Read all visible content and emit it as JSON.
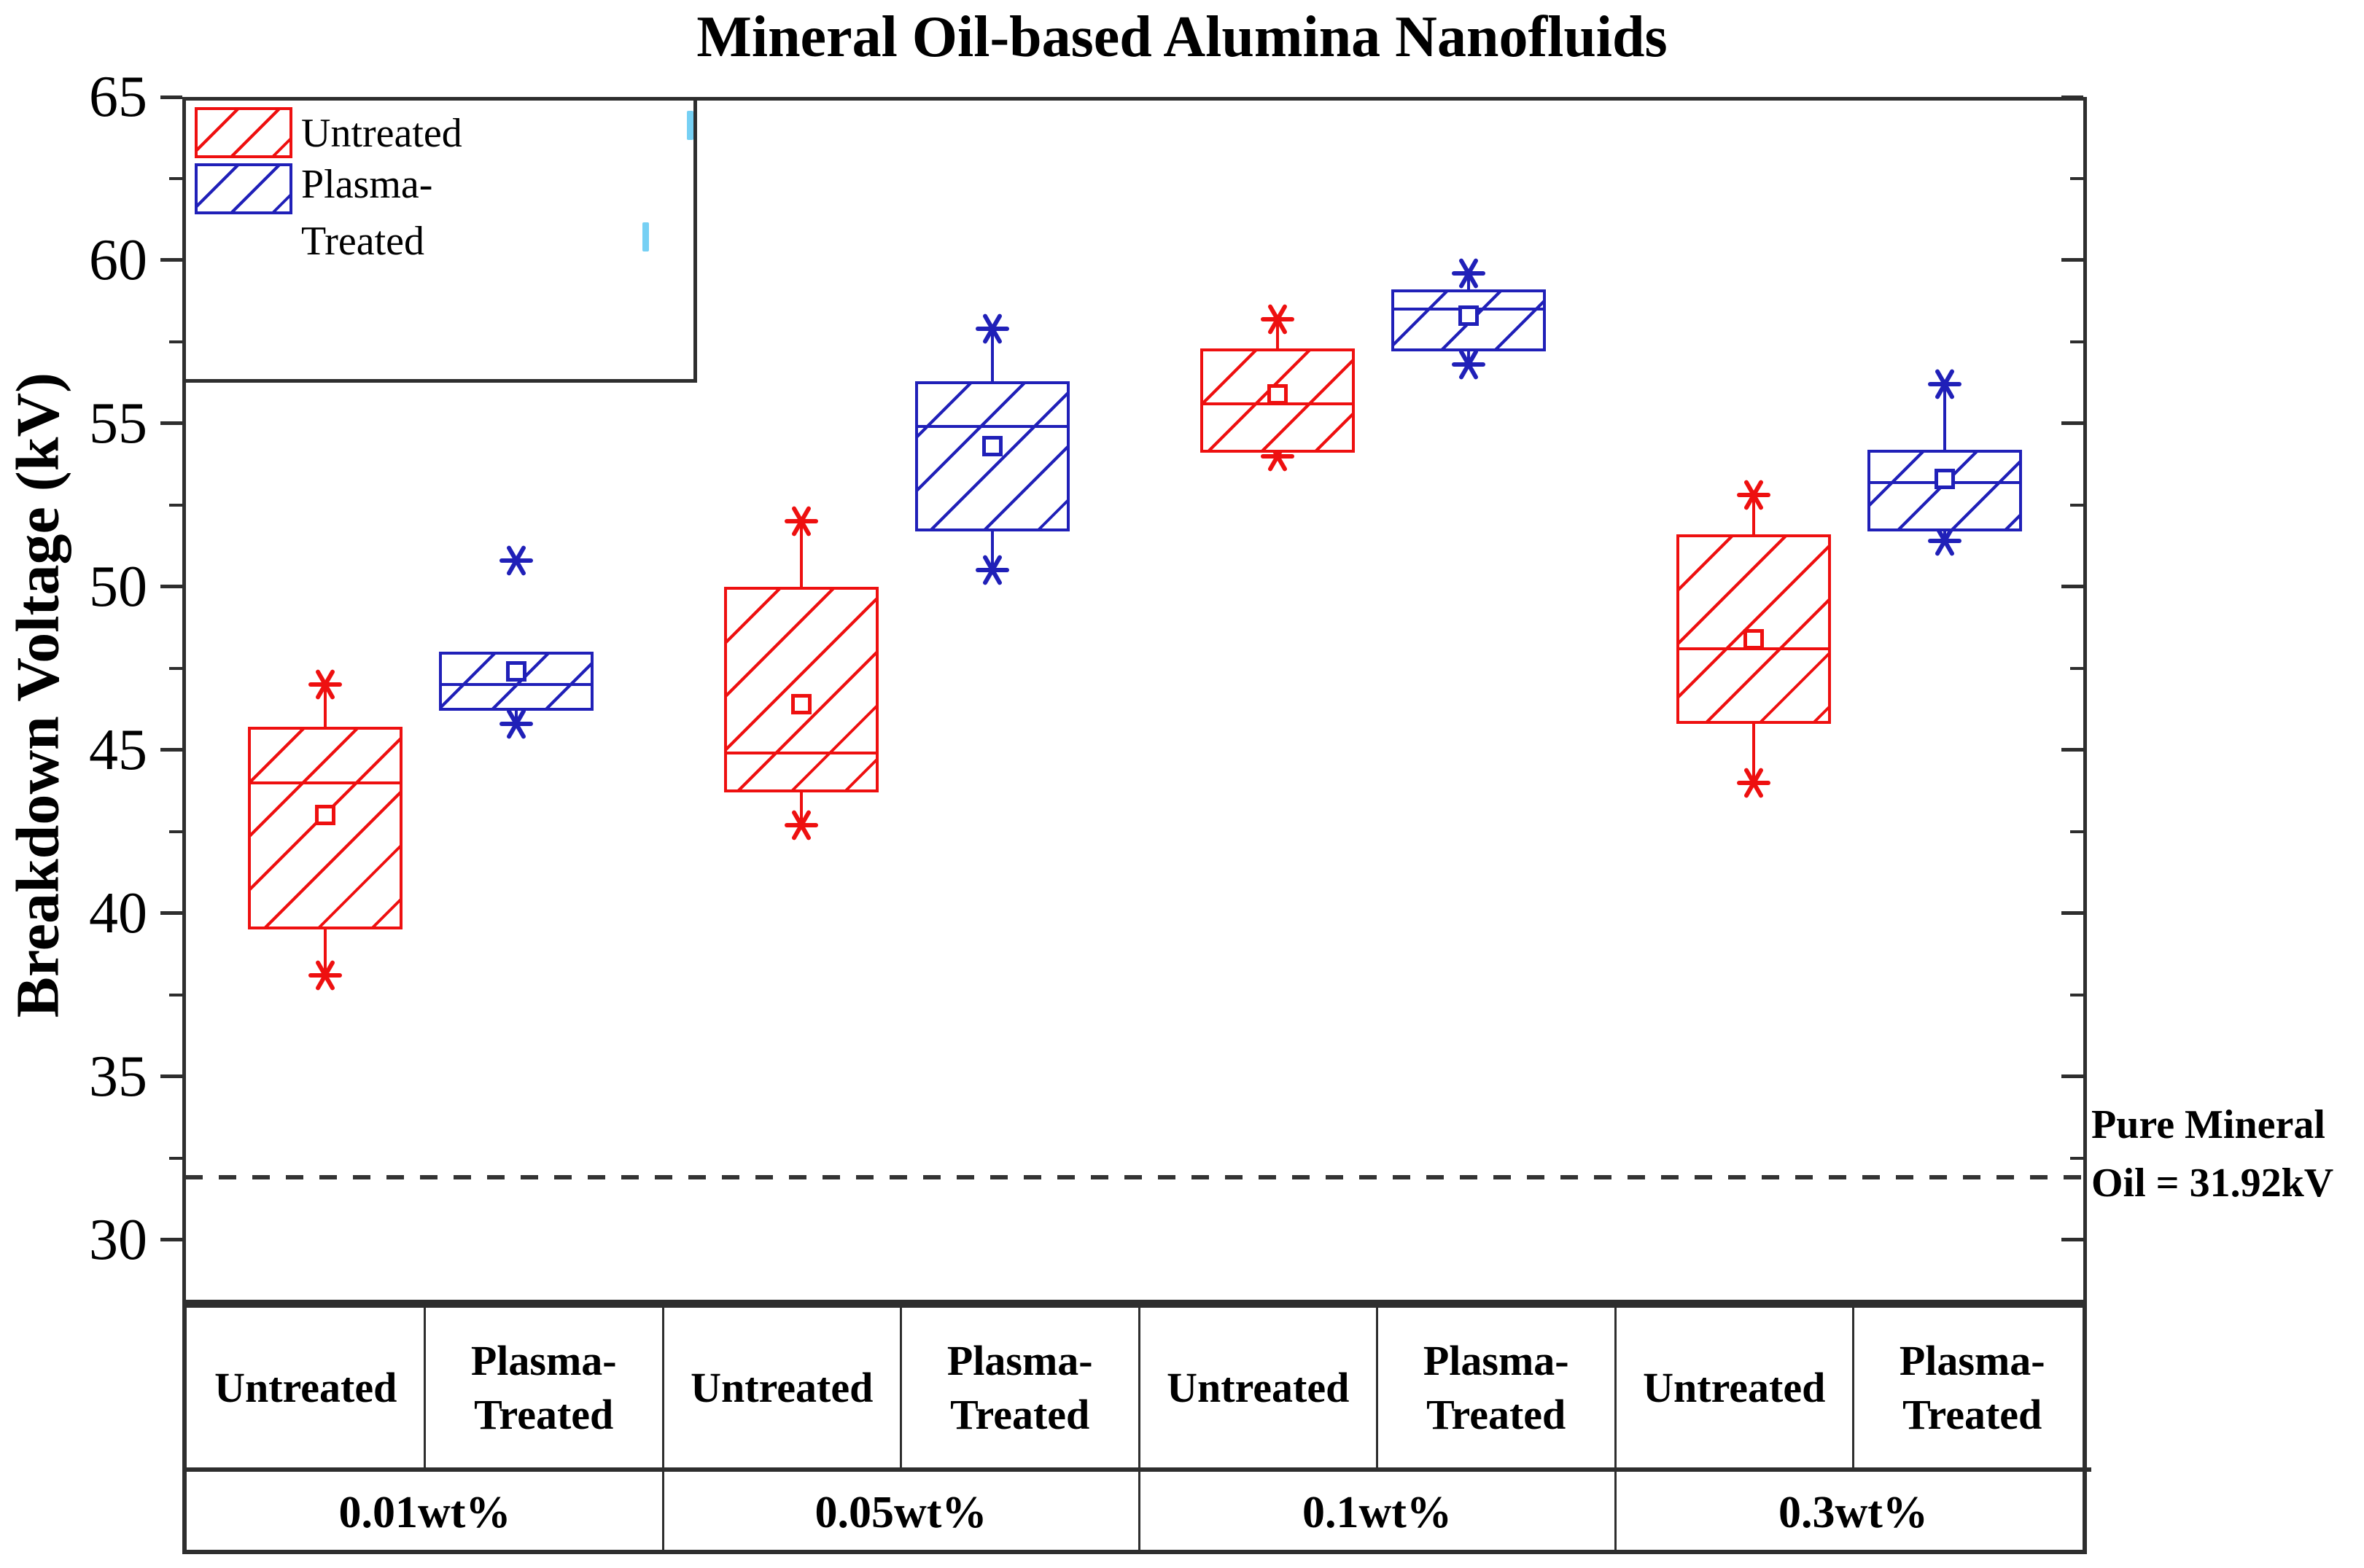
{
  "chart_data": {
    "type": "box",
    "title": "Mineral Oil-based Alumina Nanofluids",
    "ylabel": "Breakdown Voltage (kV)",
    "ylim": [
      28.05,
      65
    ],
    "y_major_ticks": [
      65,
      60,
      55,
      50,
      45,
      40,
      35,
      30
    ],
    "y_minor_ticks": [
      62.5,
      57.5,
      52.5,
      47.5,
      42.5,
      37.5,
      32.5
    ],
    "grid": "off",
    "legend_position": "top-left-inside",
    "categories": [
      "0.01wt%",
      "0.05wt%",
      "0.1wt%",
      "0.3wt%"
    ],
    "series": [
      {
        "name": "Untreated",
        "color": "#ee1010",
        "boxes": [
          {
            "low": 38.1,
            "q1": 39.5,
            "median": 44.0,
            "q3": 45.7,
            "high": 47.0,
            "mean": 43.0,
            "outliers": []
          },
          {
            "low": 42.7,
            "q1": 43.7,
            "median": 44.9,
            "q3": 50.0,
            "high": 52.0,
            "mean": 46.4,
            "outliers": []
          },
          {
            "low": 54.0,
            "q1": 54.1,
            "median": 55.6,
            "q3": 57.3,
            "high": 58.2,
            "mean": 55.9,
            "outliers": []
          },
          {
            "low": 44.0,
            "q1": 45.8,
            "median": 48.1,
            "q3": 51.6,
            "high": 52.8,
            "mean": 48.4,
            "outliers": []
          }
        ]
      },
      {
        "name": "Plasma-Treated",
        "color": "#2020b8",
        "boxes": [
          {
            "low": 45.8,
            "q1": 46.2,
            "median": 47.0,
            "q3": 48.0,
            "high": null,
            "mean": 47.4,
            "outliers": [
              50.8
            ]
          },
          {
            "low": 50.5,
            "q1": 51.7,
            "median": 54.9,
            "q3": 56.3,
            "high": 57.9,
            "mean": 54.3,
            "outliers": []
          },
          {
            "low": 56.8,
            "q1": 57.2,
            "median": 58.5,
            "q3": 59.1,
            "high": 59.6,
            "mean": 58.3,
            "outliers": []
          },
          {
            "low": 51.4,
            "q1": 51.7,
            "median": 53.2,
            "q3": 54.2,
            "high": 56.2,
            "mean": 53.3,
            "outliers": []
          }
        ]
      }
    ],
    "reference_line": {
      "value": 31.92,
      "style": "dashed",
      "color": "#333333",
      "label_lines": [
        "Pure Mineral",
        "Oil = 31.92kV"
      ]
    }
  },
  "legend": {
    "items": [
      {
        "label": "Untreated",
        "lines": [
          "Untreated"
        ],
        "color": "#ee1010"
      },
      {
        "label": "Plasma-Treated",
        "lines": [
          "Plasma-",
          "Treated"
        ],
        "color": "#2020b8"
      }
    ]
  },
  "axis_table": {
    "treatment_label_lines": [
      [
        "Untreated"
      ],
      [
        "Plasma-",
        "Treated"
      ]
    ],
    "concentrations": [
      "0.01wt%",
      "0.05wt%",
      "0.1wt%",
      "0.3wt%"
    ]
  },
  "colors": {
    "untreated": "#ee1010",
    "plasma_treated": "#2020b8",
    "axis": "#2e2e2e",
    "background": "#ffffff"
  }
}
